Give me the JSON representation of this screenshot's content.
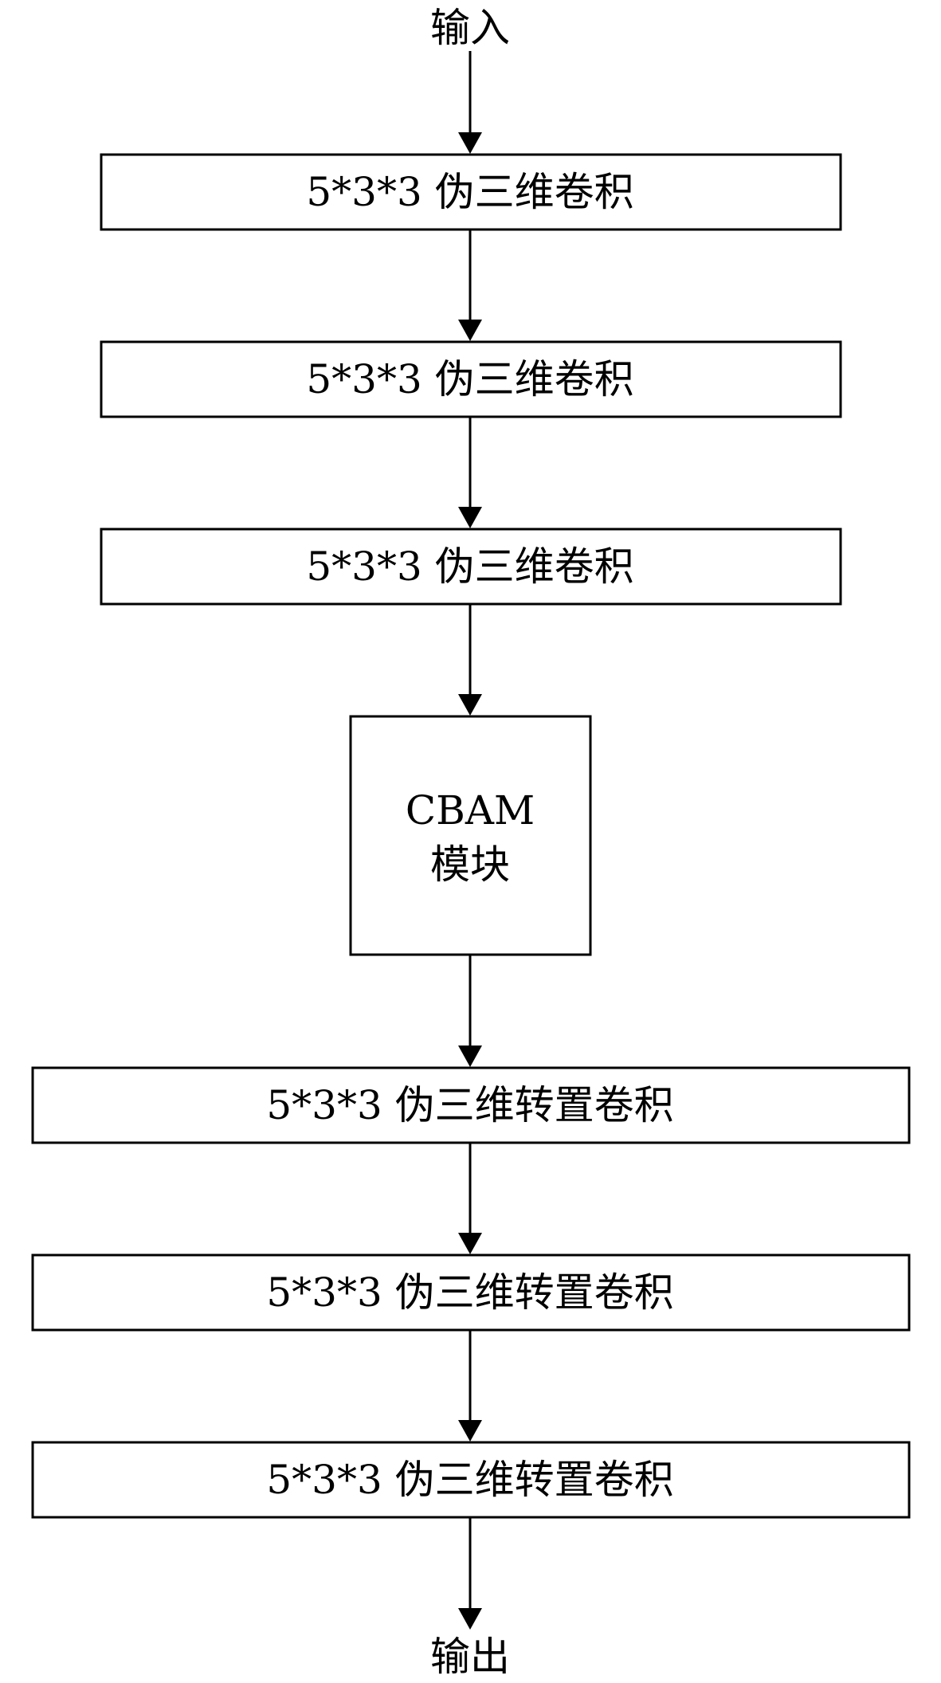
{
  "input_label": "输入",
  "output_label": "输出",
  "conv_blocks": [
    "5*3*3 伪三维卷积",
    "5*3*3 伪三维卷积",
    "5*3*3 伪三维卷积"
  ],
  "cbam": {
    "line1": "CBAM",
    "line2": "模块"
  },
  "transpose_blocks": [
    "5*3*3 伪三维转置卷积",
    "5*3*3 伪三维转置卷积",
    "5*3*3 伪三维转置卷积"
  ]
}
